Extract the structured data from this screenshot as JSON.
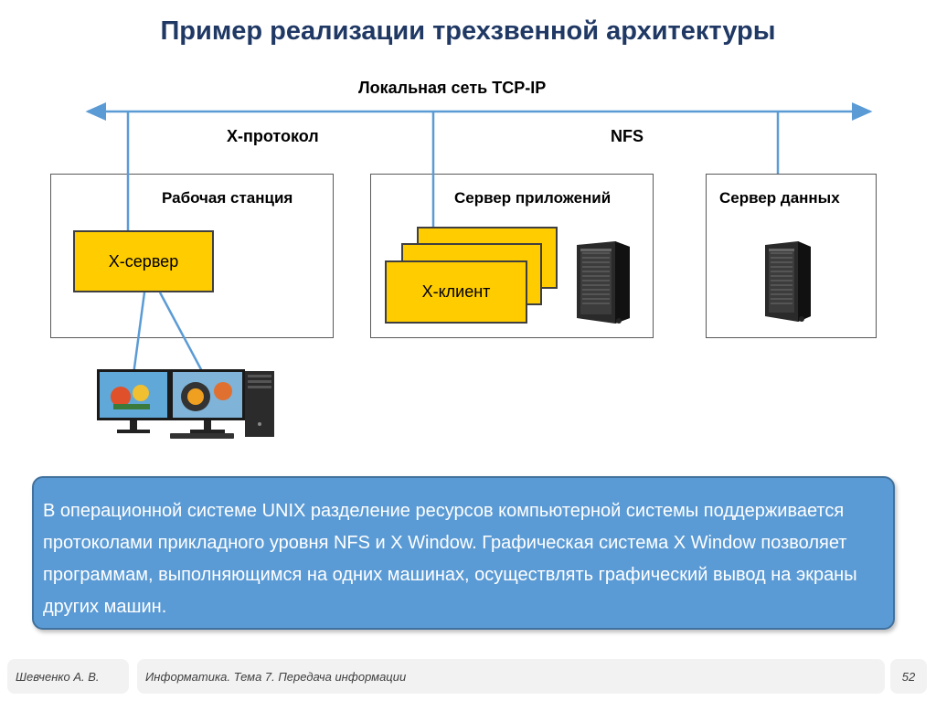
{
  "title": "Пример реализации трехзвенной архитектуры",
  "network": {
    "label": "Локальная сеть TCP-IP",
    "x_protocol": "X-протокол",
    "nfs": "NFS"
  },
  "workstation": {
    "title": "Рабочая станция",
    "x_server": "X-сервер"
  },
  "app_server": {
    "title": "Сервер приложений",
    "x_client": "X-клиент"
  },
  "data_server": {
    "title": "Сервер данных"
  },
  "callout": {
    "text": "В операционной системе UNIX разделение ресурсов компьютерной системы поддерживается протоколами прикладного уровня NFS и X Window. Графическая система X Window позволяет программам, выполняющимся на одних машинах, осуществлять графический вывод на экраны других машин."
  },
  "footer": {
    "author": "Шевченко А. В.",
    "course": "Информатика. Тема 7. Передача информации",
    "page": "52"
  },
  "colors": {
    "title": "#1f3864",
    "wire": "#5b9bd5",
    "x_box": "#ffcc00",
    "callout_bg": "#5b9bd5"
  },
  "icons": {
    "server": "server-tower-icon",
    "workstation": "workstation-icon"
  }
}
